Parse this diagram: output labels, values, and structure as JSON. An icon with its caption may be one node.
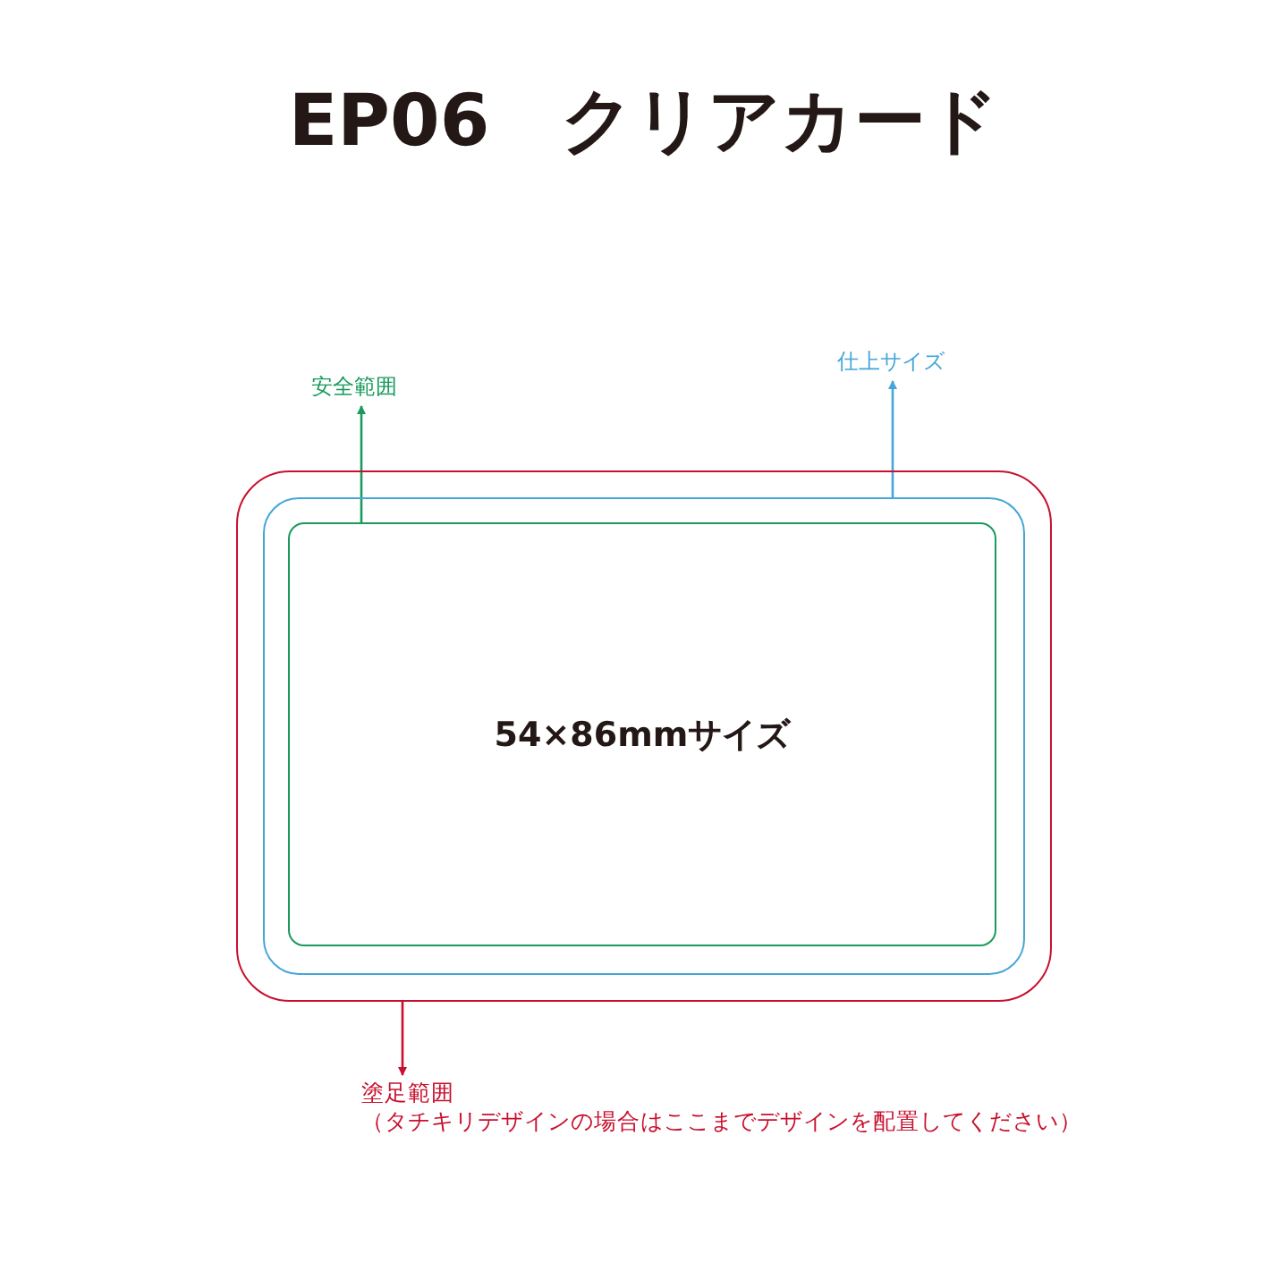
{
  "diagram": {
    "title": "EP06　クリアカード",
    "nodes": [
      {
        "text": [],
        "shape": "box"
      },
      {
        "text": [],
        "shape": "box",
        "in": 0
      },
      {
        "text": [
          "54×86mmサイズ"
        ],
        "in": 1
      },
      {
        "text": [
          "安全範囲"
        ]
      },
      {
        "text": [
          "仕上サイズ"
        ]
      },
      {
        "text": [
          "塗足範囲",
          "（タチキリデザインの場合はここまでデザインを配置してください）"
        ]
      }
    ],
    "edges": [
      {
        "from": 2,
        "to": 3,
        "arrow": "to",
        "color": "#1a9a5c"
      },
      {
        "from": 1,
        "to": 4,
        "arrow": "to",
        "color": "#45a6d9"
      },
      {
        "from": 0,
        "to": 5,
        "arrow": "to",
        "color": "#c8102e"
      }
    ]
  }
}
